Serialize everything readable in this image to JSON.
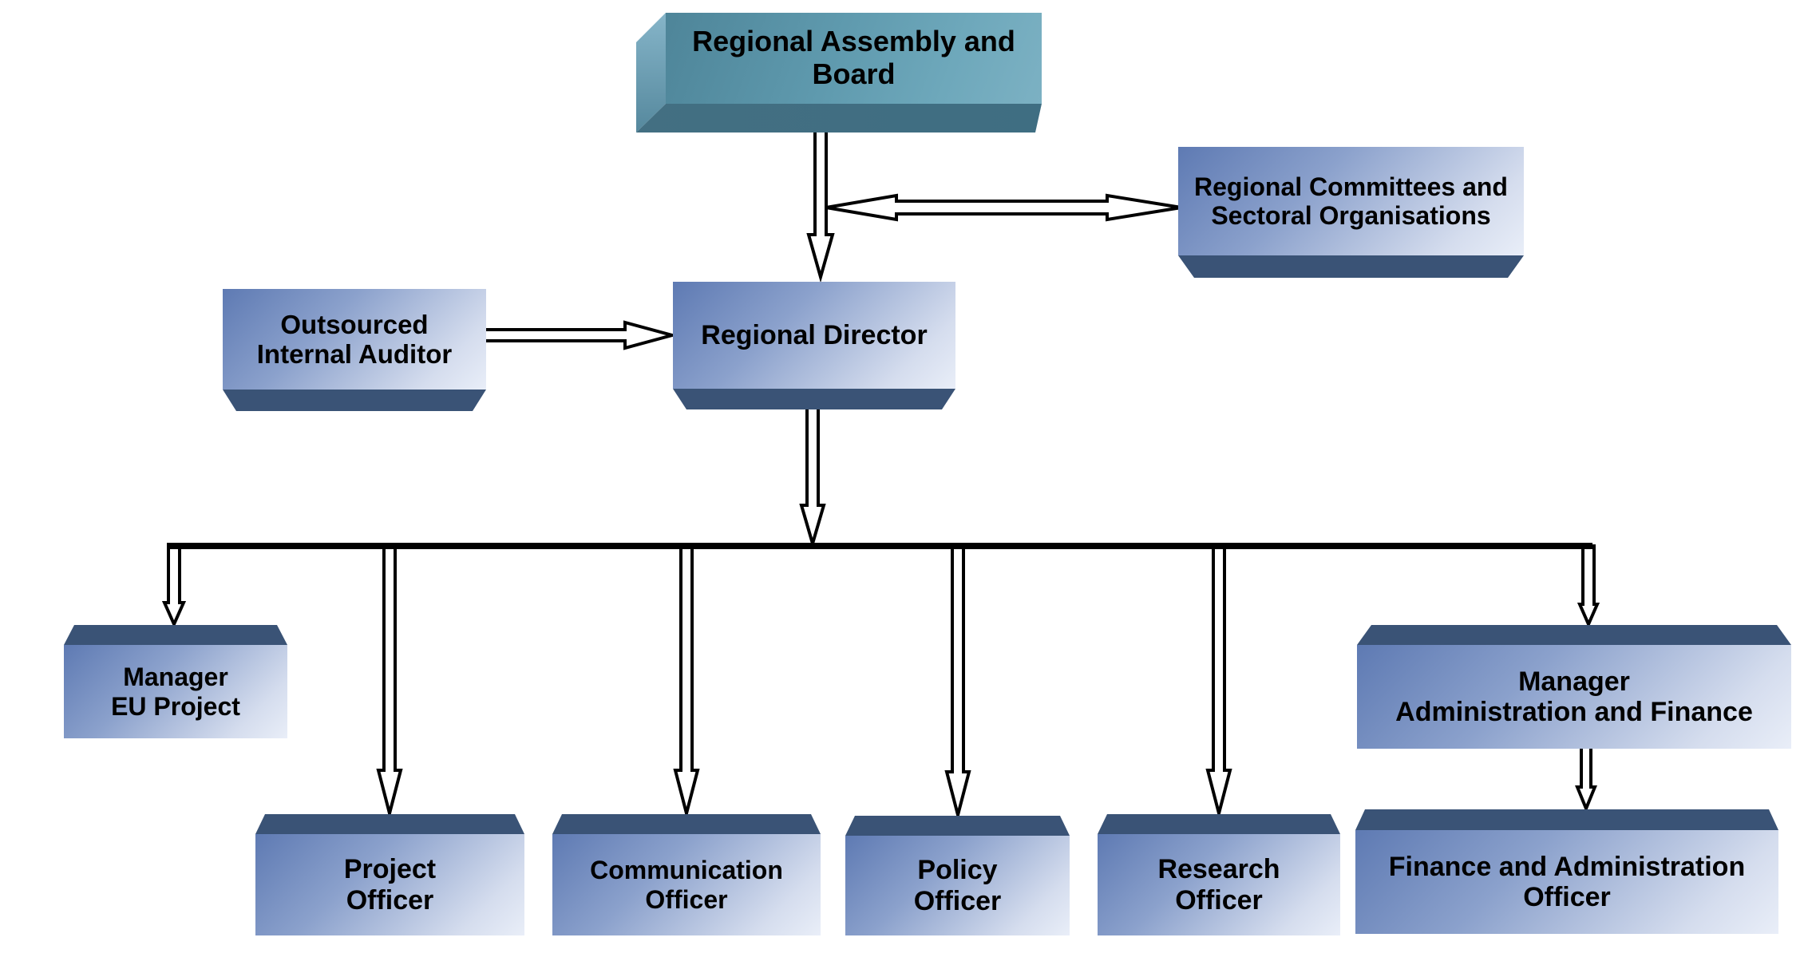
{
  "background": "#ffffff",
  "colors": {
    "box_blue_dark": "#5e7ab3",
    "box_blue_mid": "#9fb2d6",
    "box_blue_light": "#e9eef8",
    "pedestal_navy": "#3a5376",
    "teal_dark": "#4e8599",
    "teal_mid": "#68a3b7",
    "teal_light": "#7cb1c3",
    "teal_extrude": "#3f6e82",
    "outline_black": "#000000",
    "connector_black": "#000000"
  },
  "nodes": {
    "assembly": {
      "text": "Regional Assembly and\nBoard"
    },
    "committees": {
      "text": "Regional Committees and\nSectoral Organisations"
    },
    "auditor": {
      "text": "Outsourced\nInternal Auditor"
    },
    "director": {
      "text": "Regional Director"
    },
    "manager_eu": {
      "text": "Manager\nEU Project"
    },
    "manager_af": {
      "text": "Manager\nAdministration and Finance"
    },
    "project": {
      "text": "Project\nOfficer"
    },
    "communication": {
      "text": "Communication\nOfficer"
    },
    "policy": {
      "text": "Policy\nOfficer"
    },
    "research": {
      "text": "Research\nOfficer"
    },
    "finance": {
      "text": "Finance and Administration\nOfficer"
    }
  },
  "edges": [
    {
      "from": "assembly",
      "to": "director",
      "style": "single-arrow"
    },
    {
      "from": "director",
      "to": "committees",
      "style": "double-headed-arrow"
    },
    {
      "from": "auditor",
      "to": "director",
      "style": "single-arrow"
    },
    {
      "from": "director",
      "to": "manager_eu",
      "style": "single-arrow"
    },
    {
      "from": "director",
      "to": "project",
      "style": "single-arrow"
    },
    {
      "from": "director",
      "to": "communication",
      "style": "single-arrow"
    },
    {
      "from": "director",
      "to": "policy",
      "style": "single-arrow"
    },
    {
      "from": "director",
      "to": "research",
      "style": "single-arrow"
    },
    {
      "from": "director",
      "to": "manager_af",
      "style": "single-arrow"
    },
    {
      "from": "manager_af",
      "to": "finance",
      "style": "single-arrow"
    }
  ]
}
